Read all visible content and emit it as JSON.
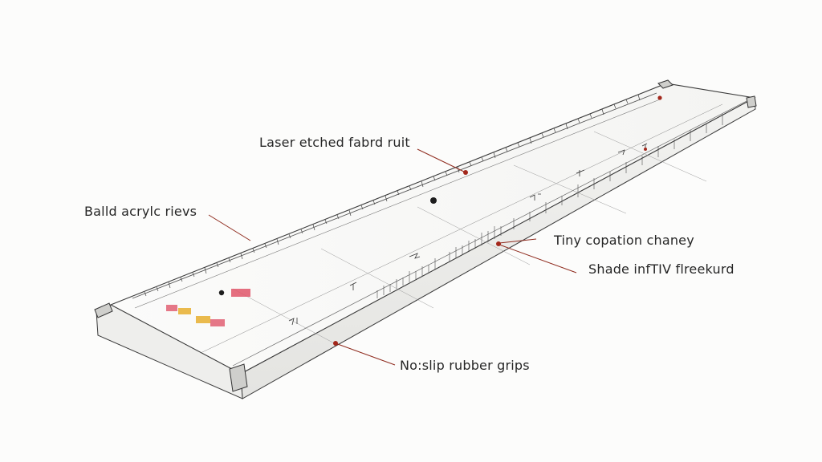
{
  "callouts": {
    "laser": "Laser etched fabrd ruit",
    "acrylic": "Balld acrylc rievs",
    "tiny": "Tiny copation chaney",
    "shade": "Shade infTIV flreekurd",
    "grips": "No:slip rubber grips"
  },
  "colors": {
    "ink": "#2a2a2a",
    "leader": "#8f2b1e",
    "marker_red": "#e0566a",
    "marker_yellow": "#e8b33a"
  }
}
